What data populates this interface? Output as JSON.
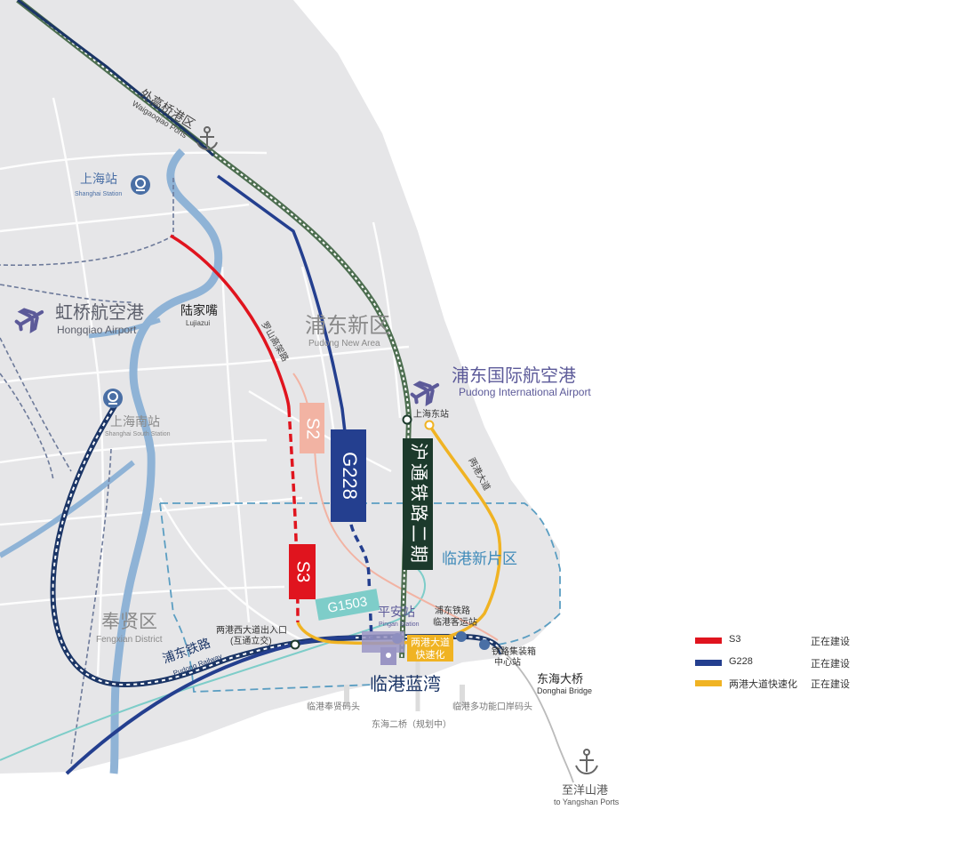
{
  "colors": {
    "land": "#e6e6e8",
    "water_river": "#8fb3d6",
    "road_minor": "#ffffff",
    "s3": "#e0141e",
    "g228": "#243f8f",
    "lianggang": "#f0b323",
    "railway_dark": "#1b3566",
    "railway_green": "#4d6e50",
    "huton_box": "#1c3a2c",
    "s2_box": "#f2b3a3",
    "g1503_box": "#7ecdc9",
    "lingang_zone": "#5b9ec2",
    "airport": "#5c5a99",
    "station": "#4a6fa5"
  },
  "places": {
    "waigaoqiao_cn": "外高桥港区",
    "waigaoqiao_en": "Waigaoqiao Ports",
    "shanghai_station_cn": "上海站",
    "shanghai_station_en": "Shanghai Station",
    "hongqiao_cn": "虹桥航空港",
    "hongqiao_en": "Hongqiao Airport",
    "lujiazui_cn": "陆家嘴",
    "lujiazui_en": "Lujiazui",
    "luoshan_cn": "罗山高架路",
    "pudong_new_area_cn": "浦东新区",
    "pudong_new_area_en": "Pudong New Area",
    "pudong_airport_cn": "浦东国际航空港",
    "pudong_airport_en": "Pudong International Airport",
    "shanghai_east_cn": "上海东站",
    "shanghai_south_cn": "上海南站",
    "shanghai_south_en": "Shanghai South Station",
    "lianggang_ave_cn": "两港大道",
    "lingang_new_area_cn": "临港新片区",
    "fengxian_cn": "奉贤区",
    "fengxian_en": "Fengxian District",
    "pudong_railway_cn": "浦东铁路",
    "pudong_railway_en": "Pudong Railway",
    "lianggang_west_exit_1": "两港西大道出入口",
    "lianggang_west_exit_2": "(互通立交)",
    "pingan_cn": "平安站",
    "pingan_en": "Pingan Station",
    "pudong_railway_station_1": "浦东铁路",
    "pudong_railway_station_2": "临港客运站",
    "container_center_1": "铁路集装箱",
    "container_center_2": "中心站",
    "lianggang_express_1": "两港大道",
    "lianggang_express_2": "快速化",
    "lingang_bay_cn": "临港蓝湾",
    "donghai_bridge_cn": "东海大桥",
    "donghai_bridge_en": "Donghai Bridge",
    "fengxian_terminal_cn": "临港奉贤码头",
    "multi_terminal_cn": "临港多功能口岸码头",
    "donghai_second_bridge_cn": "东海二桥（规划中）",
    "yangshan_cn": "至洋山港",
    "yangshan_en": "to Yangshan Ports"
  },
  "route_labels": {
    "s2": "S2",
    "s3": "S3",
    "g228": "G228",
    "g1503": "G1503",
    "huton": "沪通铁路二期"
  },
  "legend": [
    {
      "name": "S3",
      "status": "正在建设",
      "color": "#e0141e"
    },
    {
      "name": "G228",
      "status": "正在建设",
      "color": "#243f8f"
    },
    {
      "name": "两港大道快速化",
      "status": "正在建设",
      "color": "#f0b323"
    }
  ]
}
